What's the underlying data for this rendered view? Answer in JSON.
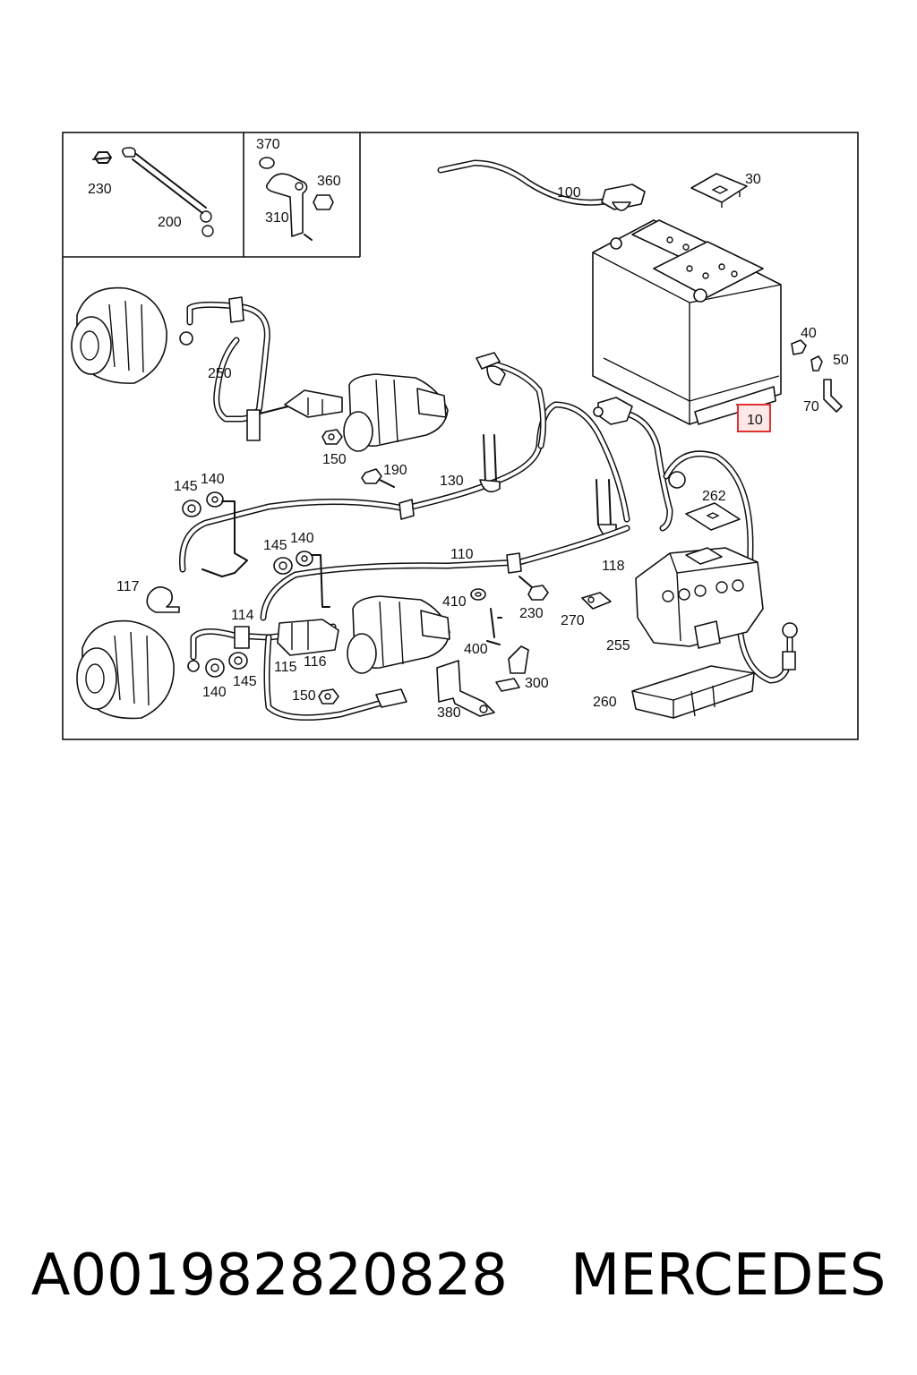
{
  "diagram": {
    "labels": {
      "l230a": "230",
      "l200": "200",
      "l370": "370",
      "l360": "360",
      "l310": "310",
      "l100": "100",
      "l30": "30",
      "l40": "40",
      "l50": "50",
      "l70": "70",
      "l10": "10",
      "l250": "250",
      "l150a": "150",
      "l190": "190",
      "l130": "130",
      "l145a": "145",
      "l140a": "140",
      "l145b": "145",
      "l140b": "140",
      "l110": "110",
      "l118": "118",
      "l262": "262",
      "l117": "117",
      "l410": "410",
      "l230b": "230",
      "l270": "270",
      "l255": "255",
      "l114": "114",
      "l115": "115",
      "l116": "116",
      "l140c": "140",
      "l145c": "145",
      "l400": "400",
      "l150b": "150",
      "l300": "300",
      "l380": "380",
      "l260": "260"
    },
    "highlight_label": "10",
    "highlight_color": "#e03030"
  },
  "caption": {
    "part_number": "A001982820828",
    "brand": "MERCEDES"
  }
}
